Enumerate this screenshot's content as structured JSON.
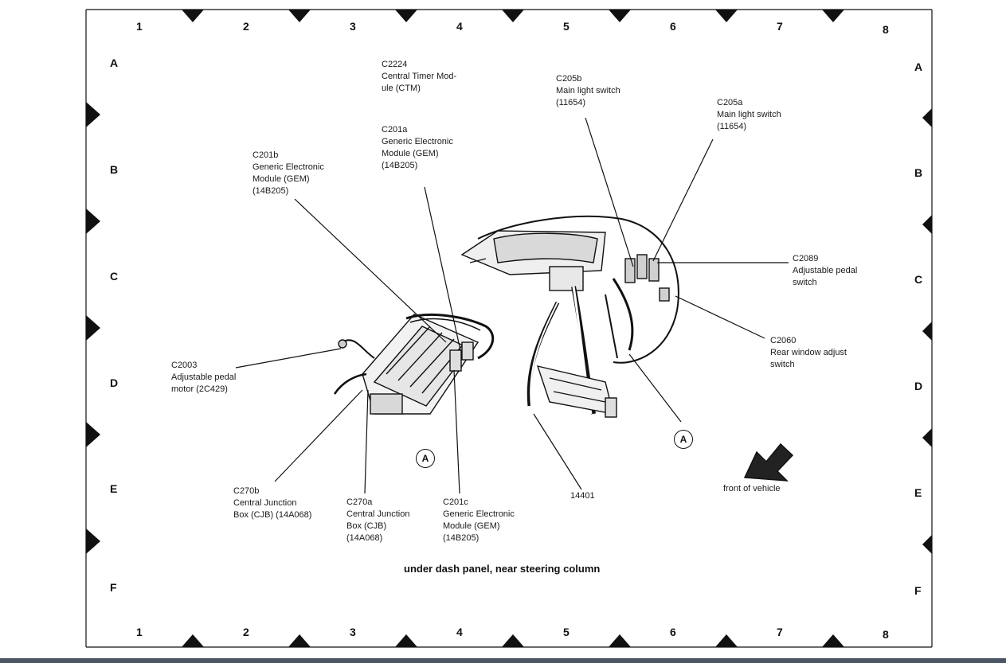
{
  "grid": {
    "columns": [
      "1",
      "2",
      "3",
      "4",
      "5",
      "6",
      "7",
      "8"
    ],
    "rows": [
      "A",
      "B",
      "C",
      "D",
      "E",
      "F"
    ]
  },
  "labels": {
    "c2224": [
      "C2224",
      "Central Timer Mod-",
      "ule (CTM)"
    ],
    "c201a": [
      "C201a",
      "Generic Electronic",
      "Module (GEM)",
      "(14B205)"
    ],
    "c201b": [
      "C201b",
      "Generic Electronic",
      "Module (GEM)",
      "(14B205)"
    ],
    "c205b": [
      "C205b",
      "Main light switch",
      "(11654)"
    ],
    "c205a": [
      "C205a",
      "Main light switch",
      "(11654)"
    ],
    "c2089": [
      "C2089",
      "Adjustable pedal",
      "switch"
    ],
    "c2060": [
      "C2060",
      "Rear window adjust",
      "switch"
    ],
    "c2003": [
      "C2003",
      "Adjustable pedal",
      "motor (2C429)"
    ],
    "c270b": [
      "C270b",
      "Central Junction",
      "Box (CJB) (14A068)"
    ],
    "c270a": [
      "C270a",
      "Central Junction",
      "Box (CJB)",
      "(14A068)"
    ],
    "c201c": [
      "C201c",
      "Generic Electronic",
      "Module (GEM)",
      "(14B205)"
    ],
    "n14401": [
      "14401"
    ],
    "front": [
      "front of vehicle"
    ]
  },
  "callout_letter": "A",
  "caption": "under dash panel, near steering column"
}
